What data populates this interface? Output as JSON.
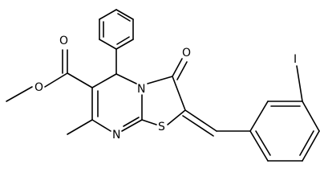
{
  "colors": {
    "background": "#ffffff",
    "bond": "#000000",
    "label": "#000000"
  },
  "atoms": {
    "ester_O_single": "O",
    "ester_O_double": "O",
    "ring_N": "N",
    "imine_N": "N",
    "ring_S": "S",
    "ketone_O": "O",
    "iodine": "I"
  }
}
